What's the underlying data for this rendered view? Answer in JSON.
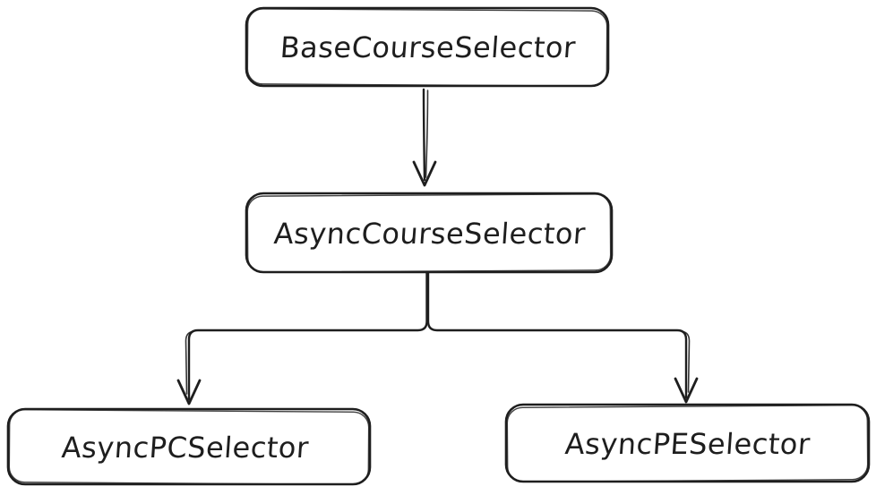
{
  "diagram": {
    "type": "class-inheritance-flowchart",
    "style": "hand-drawn",
    "background_color": "#ffffff",
    "stroke_color": "#1e1e1e",
    "node_fill_color": "#ffffff",
    "nodes": [
      {
        "id": "base-course-selector",
        "label": "BaseCourseSelector"
      },
      {
        "id": "async-course-selector",
        "label": "AsyncCourseSelector"
      },
      {
        "id": "async-pc-selector",
        "label": "AsyncPCSelector"
      },
      {
        "id": "async-pe-selector",
        "label": "AsyncPESelector"
      }
    ],
    "edges": [
      {
        "from": "BaseCourseSelector",
        "to": "AsyncCourseSelector",
        "type": "arrow",
        "direction": "down"
      },
      {
        "from": "AsyncCourseSelector",
        "to": "AsyncPCSelector",
        "type": "arrow",
        "direction": "down-left"
      },
      {
        "from": "AsyncCourseSelector",
        "to": "AsyncPESelector",
        "type": "arrow",
        "direction": "down-right"
      }
    ]
  }
}
